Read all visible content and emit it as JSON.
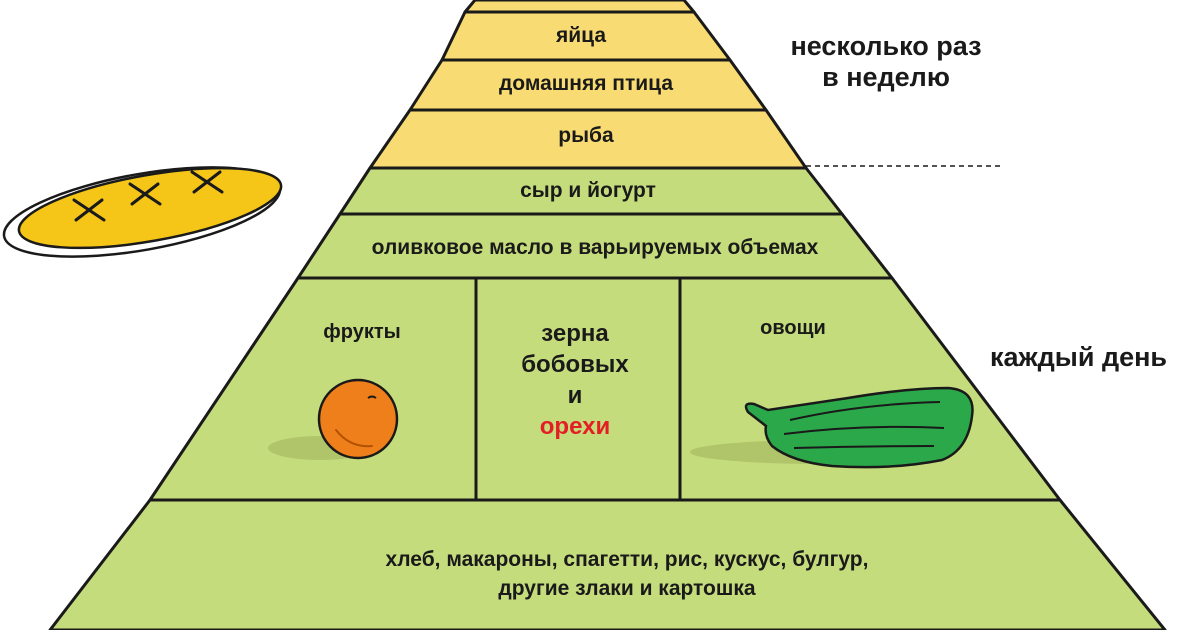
{
  "colors": {
    "weekly_tier": "#f8dc73",
    "daily_tier": "#c5dc7d",
    "outline": "#1a1a1a",
    "accent_red": "#e31e24",
    "orange": "#ef7f1a",
    "zucchini": "#2ba84a",
    "bread": "#f5c518"
  },
  "pyramid": {
    "weekly": {
      "eggs": "яйца",
      "poultry": "домашняя птица",
      "fish": "рыба"
    },
    "daily": {
      "cheese_yogurt": "сыр и йогурт",
      "olive_oil": "оливковое масло в варьируемых объемах",
      "fruits": "фрукты",
      "legumes_line1": "зерна",
      "legumes_line2": "бобовых",
      "legumes_line3": "и",
      "nuts": "орехи",
      "vegetables": "овощи",
      "grains_line1": "хлеб, макароны, спагетти, рис, кускус, булгур,",
      "grains_line2": "другие злаки и картошка"
    }
  },
  "frequency": {
    "weekly_line1": "несколько раз",
    "weekly_line2": "в неделю",
    "daily": "каждый день"
  },
  "icons": [
    "bread-loaf-icon",
    "orange-icon",
    "zucchini-icon"
  ]
}
